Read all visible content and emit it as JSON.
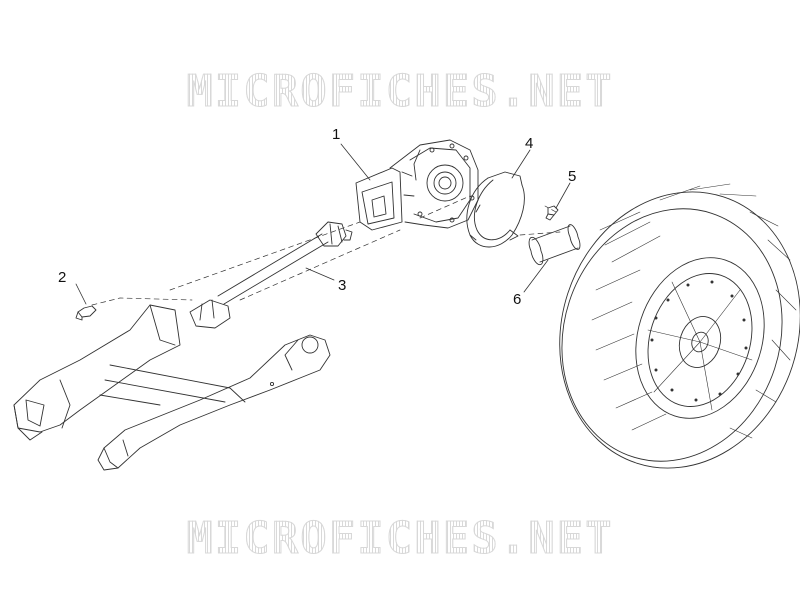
{
  "watermarks": {
    "top": "MICROFICHES.NET",
    "bottom": "MICROFICHES.NET"
  },
  "callouts": [
    {
      "id": "1",
      "label": "1"
    },
    {
      "id": "2",
      "label": "2"
    },
    {
      "id": "3",
      "label": "3"
    },
    {
      "id": "4",
      "label": "4"
    },
    {
      "id": "5",
      "label": "5"
    },
    {
      "id": "6",
      "label": "6"
    }
  ],
  "colors": {
    "line": "#333333",
    "watermark": "#d8d8d8",
    "background": "#ffffff"
  }
}
